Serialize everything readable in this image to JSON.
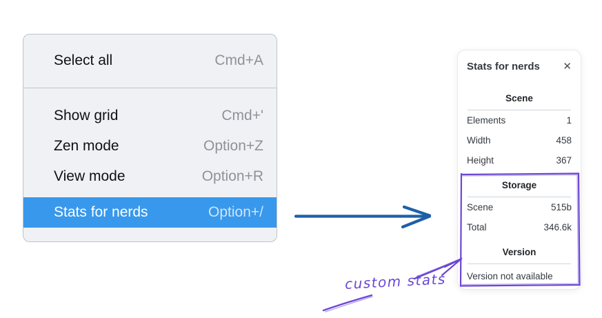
{
  "menu": {
    "sections": [
      {
        "items": [
          {
            "label": "Select all",
            "shortcut": "Cmd+A",
            "highlighted": false
          }
        ]
      },
      {
        "items": [
          {
            "label": "Show grid",
            "shortcut": "Cmd+'",
            "highlighted": false
          },
          {
            "label": "Zen mode",
            "shortcut": "Option+Z",
            "highlighted": false
          },
          {
            "label": "View mode",
            "shortcut": "Option+R",
            "highlighted": false
          },
          {
            "label": "Stats for nerds",
            "shortcut": "Option+/",
            "highlighted": true
          }
        ]
      }
    ]
  },
  "stats_panel": {
    "title": "Stats for nerds",
    "close_icon": "✕",
    "sections": [
      {
        "heading": "Scene",
        "rows": [
          {
            "label": "Elements",
            "value": "1"
          },
          {
            "label": "Width",
            "value": "458"
          },
          {
            "label": "Height",
            "value": "367"
          }
        ]
      },
      {
        "heading": "Storage",
        "rows": [
          {
            "label": "Scene",
            "value": "515b"
          },
          {
            "label": "Total",
            "value": "346.6k"
          }
        ]
      },
      {
        "heading": "Version",
        "note": "Version not available"
      }
    ]
  },
  "annotations": {
    "label": "custom stats"
  },
  "colors": {
    "menu_highlight": "#3898ec",
    "menu_background": "#f0f1f4",
    "annotation_purple": "#6b46d4",
    "arrow_blue": "#1e5fa8"
  }
}
